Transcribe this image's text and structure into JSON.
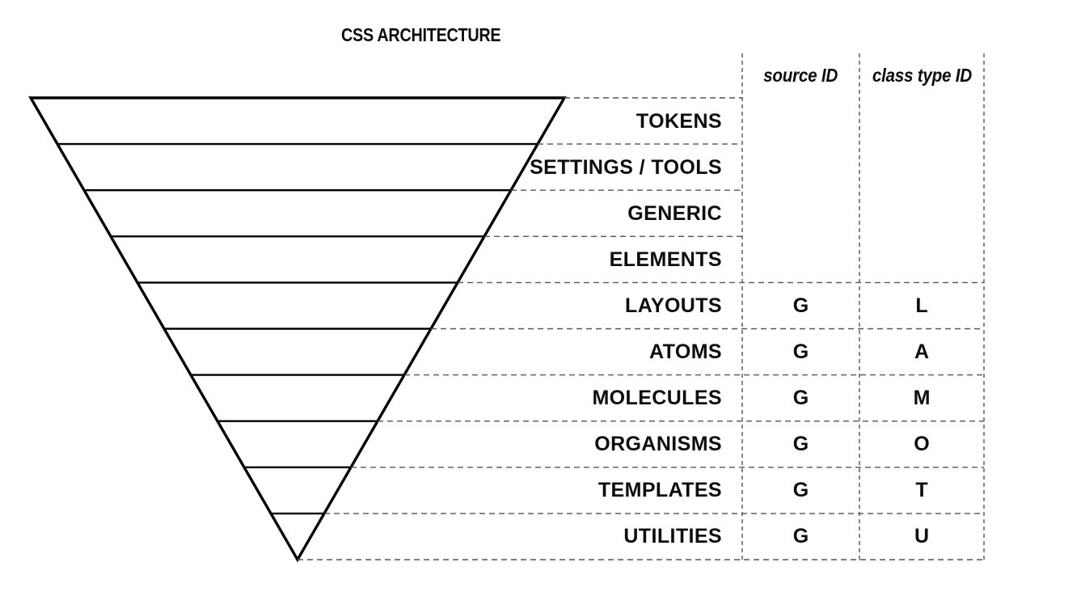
{
  "title": "CSS ARCHITECTURE",
  "colors": {
    "solid_line": "#000000",
    "dashed_line": "#555555",
    "text": "#0d0d0d"
  },
  "table": {
    "columns": [
      {
        "label": "source ID"
      },
      {
        "label": "class type ID"
      }
    ],
    "rows": [
      {
        "label": "TOKENS",
        "source_id": "",
        "class_type_id": ""
      },
      {
        "label": "SETTINGS / TOOLS",
        "source_id": "",
        "class_type_id": ""
      },
      {
        "label": "GENERIC",
        "source_id": "",
        "class_type_id": ""
      },
      {
        "label": "ELEMENTS",
        "source_id": "",
        "class_type_id": ""
      },
      {
        "label": "LAYOUTS",
        "source_id": "G",
        "class_type_id": "L"
      },
      {
        "label": "ATOMS",
        "source_id": "G",
        "class_type_id": "A"
      },
      {
        "label": "MOLECULES",
        "source_id": "G",
        "class_type_id": "M"
      },
      {
        "label": "ORGANISMS",
        "source_id": "G",
        "class_type_id": "O"
      },
      {
        "label": "TEMPLATES",
        "source_id": "G",
        "class_type_id": "T"
      },
      {
        "label": "UTILITIES",
        "source_id": "G",
        "class_type_id": "U"
      }
    ]
  }
}
